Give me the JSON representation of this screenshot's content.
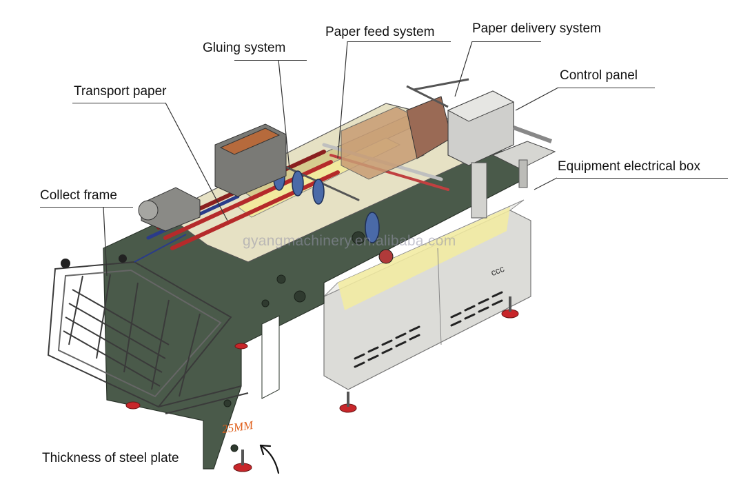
{
  "labels": {
    "paper_feed_system": "Paper feed system",
    "paper_delivery_system": "Paper delivery system",
    "gluing_system": "Gluing system",
    "transport_paper": "Transport paper",
    "control_panel": "Control panel",
    "equipment_electrical_box": "Equipment electrical box",
    "collect_frame": "Collect frame",
    "thickness_of_steel_plate": "Thickness of steel plate"
  },
  "plate_thickness_note": "25MM",
  "watermark": "gyangmachinery.en.alibaba.com",
  "panel_vent_mark": "ccc",
  "colors": {
    "frame_green": "#4a5a4a",
    "cabinet_grey": "#d9d9d6",
    "highlight_yellow": "#f3eca0",
    "roller_red": "#b52a2a",
    "feet_red": "#c8262a",
    "note_orange": "#e0601c"
  }
}
